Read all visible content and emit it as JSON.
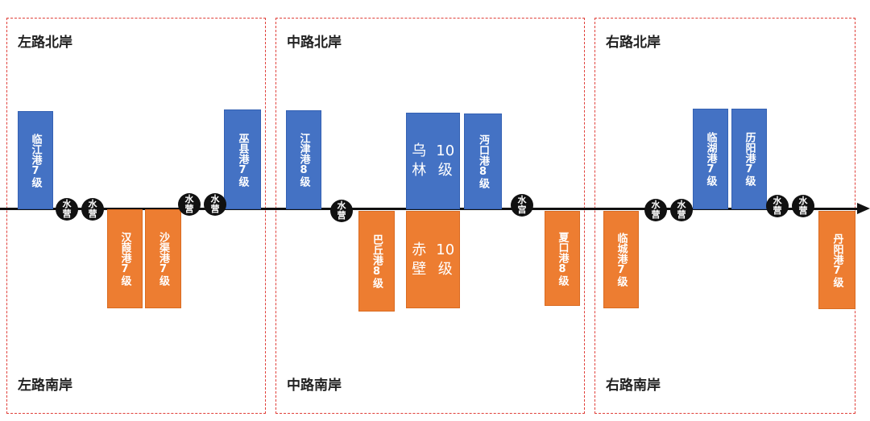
{
  "regions": [
    {
      "north": "左路北岸",
      "south": "左路南岸"
    },
    {
      "north": "中路北岸",
      "south": "中路南岸"
    },
    {
      "north": "右路北岸",
      "south": "右路南岸"
    }
  ],
  "ports": {
    "linjiang": "临江港7级",
    "wuxian": "巫县港7级",
    "hanjie": "汉葭港7级",
    "shaqu": "沙渠港7级",
    "jiangjin": "江津港8级",
    "wulin_name": "乌林",
    "wulin_grade": "10级",
    "mian_kou": "沔口港8级",
    "baqiu": "巴丘港8级",
    "chibi_name": "赤壁",
    "chibi_grade": "10级",
    "xiakou": "夏口港8级",
    "linhu": "临湖港7级",
    "liyang": "历阳港7级",
    "lincheng": "临城港7级",
    "danyang": "丹阳港7级"
  },
  "water_camp": {
    "top": "水",
    "bottom": "营"
  },
  "water_camp_alt": {
    "top": "水",
    "bottom": "宫"
  },
  "colors": {
    "north": "#4472c4",
    "south": "#ed7d31",
    "border": "#e0403a",
    "river": "#111111"
  }
}
